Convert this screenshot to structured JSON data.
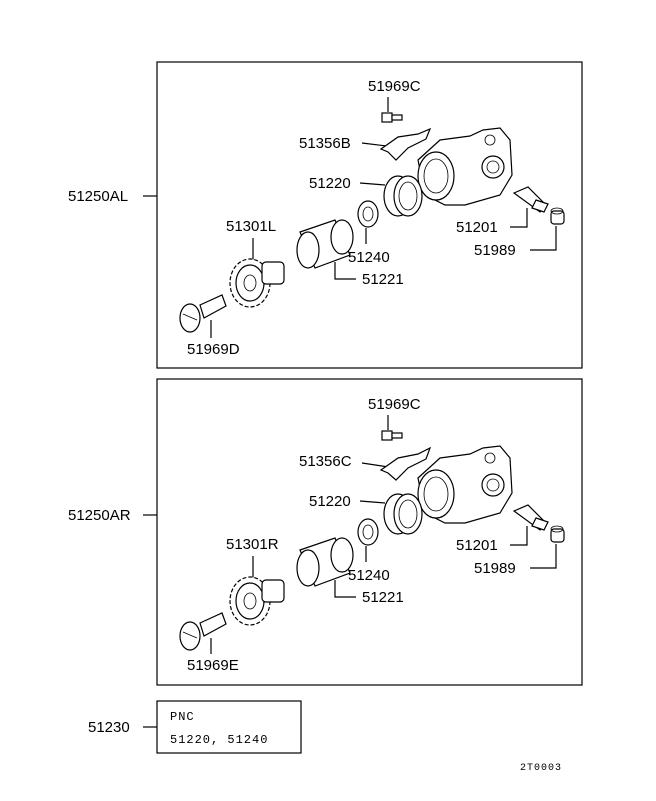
{
  "top": {
    "assembly_label": "51250AL",
    "labels": {
      "p51969C": "51969C",
      "p51356": "51356B",
      "p51220": "51220",
      "p51201": "51201",
      "p51989": "51989",
      "p51301": "51301L",
      "p51240": "51240",
      "p51221": "51221",
      "p51969D": "51969D"
    }
  },
  "bottom": {
    "assembly_label": "51250AR",
    "labels": {
      "p51969C": "51969C",
      "p51356": "51356C",
      "p51220": "51220",
      "p51201": "51201",
      "p51989": "51989",
      "p51301": "51301R",
      "p51240": "51240",
      "p51221": "51221",
      "p51969D": "51969E"
    }
  },
  "kit": {
    "label": "51230",
    "header": "PNC",
    "contents": "51220, 51240"
  },
  "figure_code": "2T0003"
}
